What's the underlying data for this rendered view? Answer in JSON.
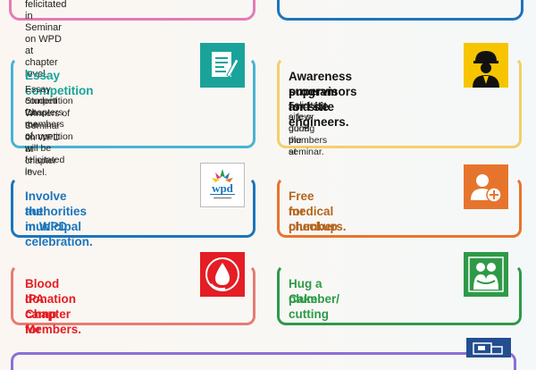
{
  "cards": {
    "top_left": {
      "text": "felicitated in Seminar on WPD at chapter level."
    },
    "essay": {
      "title": "Essay competition",
      "lines": [
        "Essay competition for members of",
        "Student Chapters",
        "Winners of the competition will be felicitated in",
        "Seminar on WPD at chapter level."
      ]
    },
    "awareness": {
      "title_lines": [
        "Awareness program for site",
        "supervisors and site engineers."
      ],
      "lines": [
        "Felicitate a few good plumbers at",
        "site or during the seminar."
      ]
    },
    "municipal": {
      "title_lines": [
        "Involve the municipal",
        "authorities in WPD celebration."
      ],
      "logo_text": "wpd"
    },
    "medical": {
      "title_lines": [
        "Free medical checkup",
        "for plumbers."
      ]
    },
    "blood": {
      "title_lines": [
        "Blood donation camp for",
        "IPA Chapter Members."
      ]
    },
    "hug": {
      "title_lines": [
        "Hug a plumber/",
        "Cake cutting"
      ]
    }
  },
  "colors": {
    "orange": "#e7742d",
    "blue": "#1b75bc",
    "pink": "#e8308a",
    "green": "#2e9a48",
    "teal": "#1aa39a",
    "yellow": "#f6c500",
    "red": "#e31e24",
    "navy": "#234e8f",
    "brown": "#b5651d",
    "salmon": "#e77b74",
    "yellowframe": "#f4cf6a"
  },
  "icons": [
    "document-pen-icon",
    "engineer-helmet-icon",
    "wpd-logo-icon",
    "medical-plus-icon",
    "blood-drop-icon",
    "hug-icon",
    "truck-icon"
  ]
}
